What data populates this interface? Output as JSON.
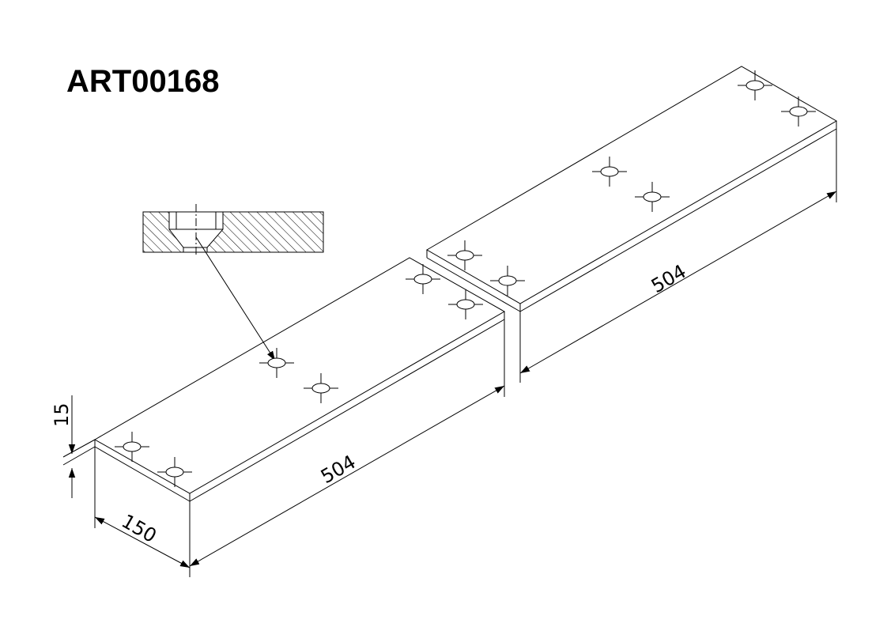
{
  "drawing": {
    "title": "ART00168",
    "dimensions": {
      "length_left": "504",
      "length_right": "504",
      "width": "150",
      "thickness": "15"
    }
  }
}
